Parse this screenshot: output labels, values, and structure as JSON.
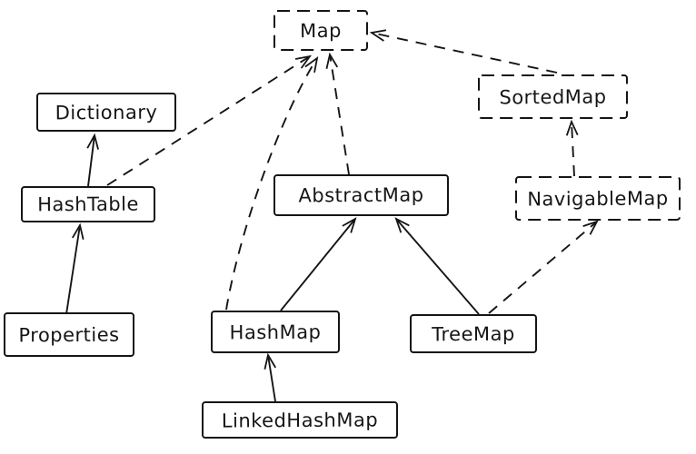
{
  "diagram": {
    "colors": {
      "ink": "#151515",
      "background": "#ffffff"
    },
    "nodes": {
      "map": {
        "label": "Map",
        "type": "interface"
      },
      "sorted_map": {
        "label": "SortedMap",
        "type": "interface"
      },
      "navigable_map": {
        "label": "NavigableMap",
        "type": "interface"
      },
      "dictionary": {
        "label": "Dictionary",
        "type": "class"
      },
      "hashtable": {
        "label": "HashTable",
        "type": "class"
      },
      "properties": {
        "label": "Properties",
        "type": "class"
      },
      "abstract_map": {
        "label": "AbstractMap",
        "type": "class"
      },
      "hashmap": {
        "label": "HashMap",
        "type": "class"
      },
      "treemap": {
        "label": "TreeMap",
        "type": "class"
      },
      "linked_hashmap": {
        "label": "LinkedHashMap",
        "type": "class"
      }
    },
    "edges": [
      {
        "from": "hashtable",
        "to": "dictionary",
        "style": "solid"
      },
      {
        "from": "properties",
        "to": "hashtable",
        "style": "solid"
      },
      {
        "from": "hashtable",
        "to": "map",
        "style": "dashed"
      },
      {
        "from": "hashmap",
        "to": "map",
        "style": "dashed"
      },
      {
        "from": "abstract_map",
        "to": "map",
        "style": "dashed"
      },
      {
        "from": "hashmap",
        "to": "abstract_map",
        "style": "solid"
      },
      {
        "from": "treemap",
        "to": "abstract_map",
        "style": "solid"
      },
      {
        "from": "treemap",
        "to": "navigable_map",
        "style": "dashed"
      },
      {
        "from": "navigable_map",
        "to": "sorted_map",
        "style": "dashed"
      },
      {
        "from": "sorted_map",
        "to": "map",
        "style": "dashed"
      },
      {
        "from": "linked_hashmap",
        "to": "hashmap",
        "style": "solid"
      }
    ]
  }
}
